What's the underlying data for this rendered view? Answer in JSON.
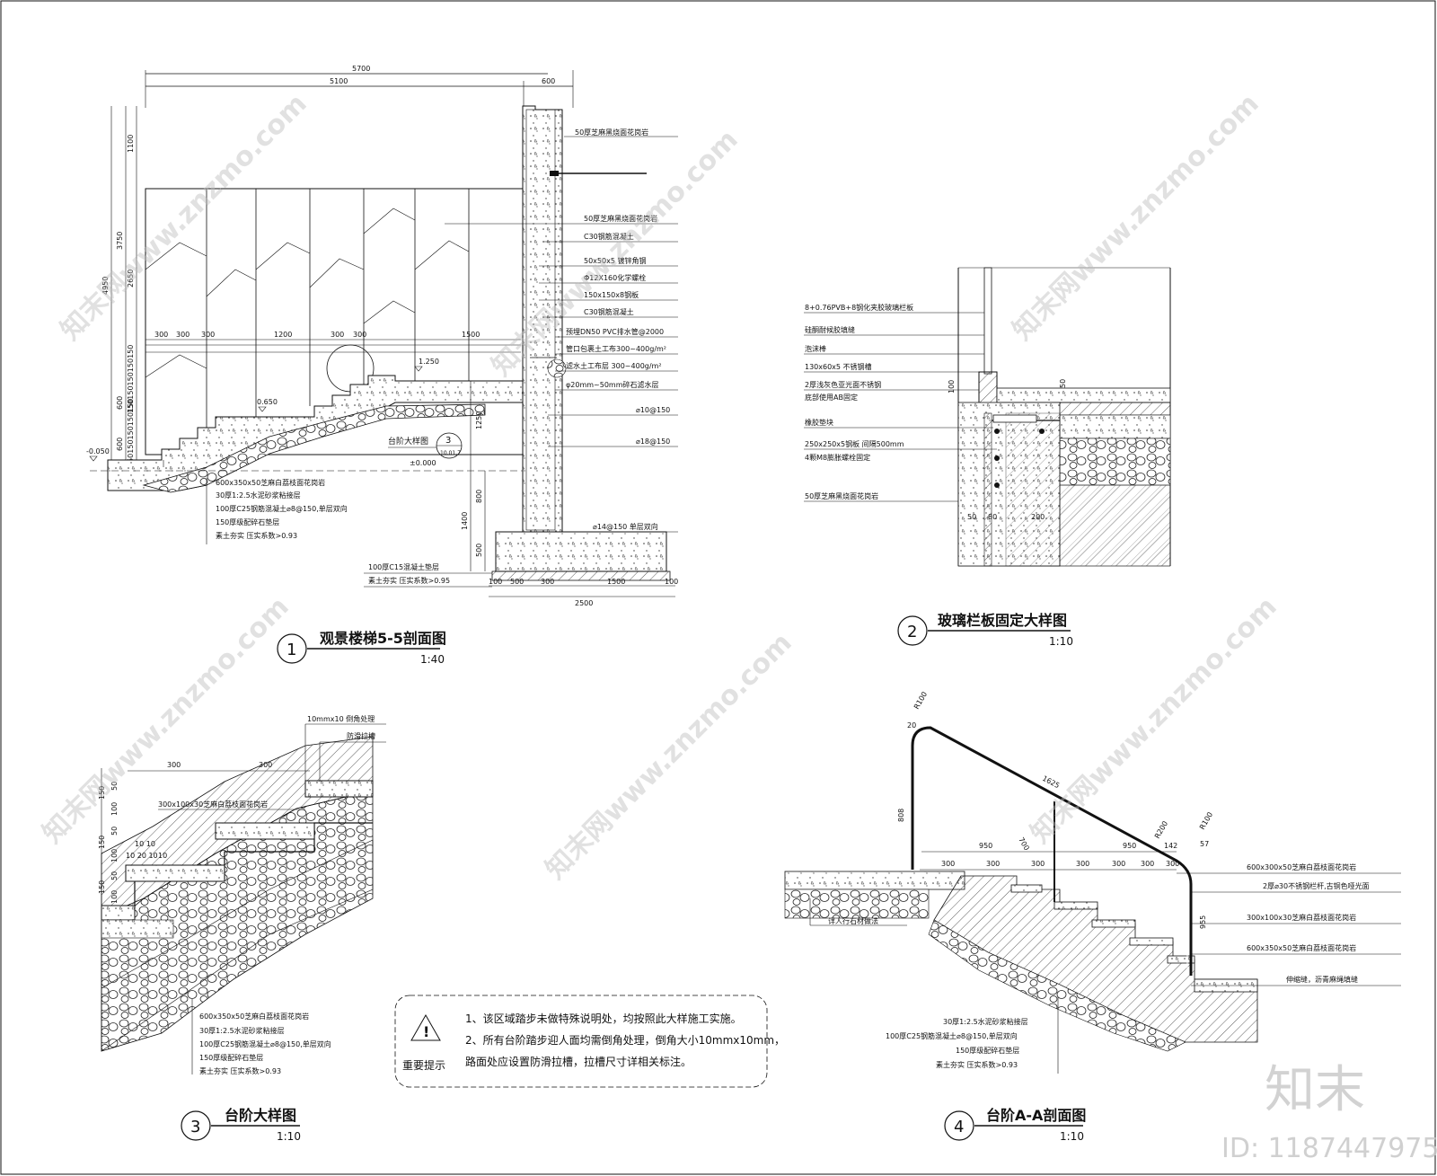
{
  "drawings": {
    "d1": {
      "number": "1",
      "title": "观景楼梯5-5剖面图",
      "scale": "1:40",
      "dims_top": [
        "5700",
        "5100",
        "600"
      ],
      "dims_left": [
        "4950",
        "3750",
        "1100",
        "2650",
        "600",
        "600",
        "150150150150150",
        "150150150150150"
      ],
      "dims_mid": [
        "300",
        "300",
        "300",
        "1200",
        "300",
        "300",
        "1500"
      ],
      "dims_right": [
        "1250",
        "800",
        "1400",
        "500"
      ],
      "dims_bottom": [
        "100",
        "500",
        "300",
        "1500",
        "100",
        "2500"
      ],
      "levels": [
        "1.250",
        "0.650",
        "-0.050",
        "±0.000"
      ],
      "detail_ref": {
        "label": "台阶大样图",
        "num": "3",
        "sheet": "10.01.7"
      },
      "labels_right": [
        "50厚芝麻黑烧面花岗岩",
        "50厚芝麻黑烧面花岗岩",
        "C30钢筋混凝土",
        "50x50x5 镀锌角钢",
        "Φ12X160化学螺栓",
        "150x150x8钢板",
        "C30钢筋混凝土",
        "预埋DN50 PVC排水管@2000",
        "管口包裹土工布300~400g/m²",
        "滤水土工布层 300~400g/m²",
        "φ20mm~50mm碎石滤水层",
        "⌀10@150",
        "⌀18@150",
        "⌀14@150 单层双向"
      ],
      "labels_bottom": [
        "600x350x50芝麻白荔枝面花岗岩",
        "30厚1:2.5水泥砂浆粘接层",
        "100厚C25钢筋混凝土⌀8@150,单层双向",
        "150厚级配碎石垫层",
        "素土夯实 压实系数>0.93",
        "100厚C15混凝土垫层",
        "素土夯实 压实系数>0.95"
      ]
    },
    "d2": {
      "number": "2",
      "title": "玻璃栏板固定大样图",
      "scale": "1:10",
      "labels": [
        "8+0.76PVB+8钢化夹胶玻璃栏板",
        "硅酮耐候胶填缝",
        "泡沫棒",
        "130x60x5 不锈钢槽",
        "2厚浅灰色亚光面不锈钢",
        "底部使用AB固定",
        "橡胶垫块",
        "250x250x5钢板 间隔500mm",
        "4颗M8膨胀螺栓固定",
        "50厚芝麻黑烧面花岗岩"
      ],
      "dims": [
        "100",
        "50",
        "50",
        "80",
        "200"
      ]
    },
    "d3": {
      "number": "3",
      "title": "台阶大样图",
      "scale": "1:10",
      "top_labels": [
        "10mmx10 倒角处理",
        "防滑拉槽"
      ],
      "dims_top": [
        "300",
        "300"
      ],
      "dims_left": [
        "150",
        "50",
        "100",
        "150",
        "50",
        "100",
        "150",
        "50",
        "100"
      ],
      "dims_small": [
        "10 10",
        "10 20 10",
        "10"
      ],
      "label_top": "300x100x30芝麻白荔枝面花岗岩",
      "labels_bottom": [
        "600x350x50芝麻白荔枝面花岗岩",
        "30厚1:2.5水泥砂浆粘接层",
        "100厚C25钢筋混凝土⌀8@150,单层双向",
        "150厚级配碎石垫层",
        "素土夯实 压实系数>0.93"
      ]
    },
    "d4": {
      "number": "4",
      "title": "台阶A-A剖面图",
      "scale": "1:10",
      "dims": [
        "R100",
        "20",
        "1625",
        "808",
        "700",
        "950",
        "950",
        "R200",
        "142",
        "R100",
        "57",
        "300",
        "300",
        "300",
        "300",
        "300",
        "300",
        "300",
        "955"
      ],
      "labels_right": [
        "600x300x50芝麻白荔枝面花岗岩",
        "2厚⌀30不锈钢栏杆,古铜色哑光面",
        "300x100x30芝麻白荔枝面花岗岩",
        "600x350x50芝麻白荔枝面花岗岩",
        "伸缩缝，沥青麻绳填缝"
      ],
      "label_left": "详人行石材做法",
      "labels_bottom": [
        "30厚1:2.5水泥砂浆粘接层",
        "100厚C25钢筋混凝土⌀8@150,单层双向",
        "150厚级配碎石垫层",
        "素土夯实 压实系数>0.93"
      ]
    }
  },
  "notice": {
    "label": "重要提示",
    "lines": [
      "1、该区域踏步未做特殊说明处，均按照此大样施工实施。",
      "2、所有台阶踏步迎人面均需倒角处理，倒角大小10mmx10mm，",
      "路面处应设置防滑拉槽，拉槽尺寸详相关标注。"
    ]
  },
  "watermark": {
    "brand": "知末",
    "id": "ID: 1187447975",
    "site": "知末网www.znzmo.com"
  }
}
